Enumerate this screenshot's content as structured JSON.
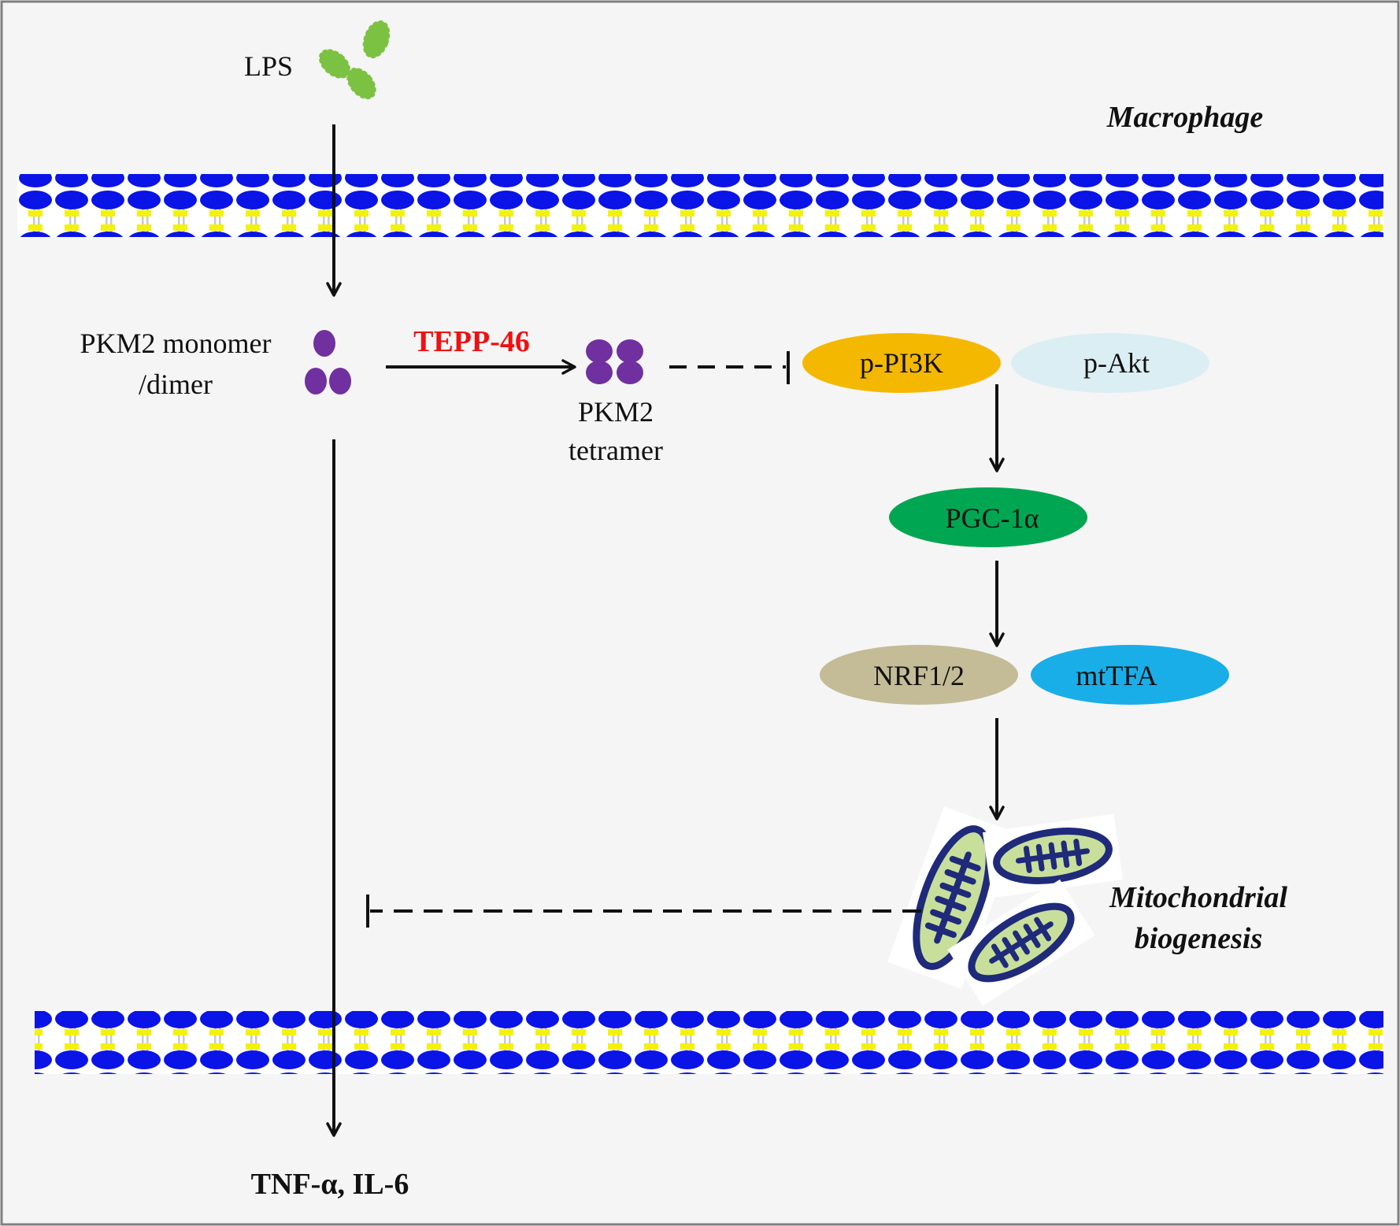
{
  "labels": {
    "lps": "LPS",
    "macrophage": "Macrophage",
    "pkm2_monomer_line1": "PKM2 monomer",
    "pkm2_monomer_line2": "/dimer",
    "tepp46": "TEPP-46",
    "pkm2_tetramer_line1": "PKM2",
    "pkm2_tetramer_line2": "tetramer",
    "mito_line1": "Mitochondrial",
    "mito_line2": "biogenesis",
    "output": "TNF-α, IL-6"
  },
  "nodes": {
    "p_pi3k": "p-PI3K",
    "p_akt": "p-Akt",
    "pgc1a": "PGC-1α",
    "nrf12": "NRF1/2",
    "mttfa": "mtTFA"
  },
  "colors": {
    "background": "#f5f5f5",
    "frame": "#7f7f7f",
    "membrane_head": "#0a14e6",
    "membrane_tail": "#f2f20a",
    "lps": "#7cc242",
    "pkm2": "#7030a0",
    "tepp46_text": "#ee1111",
    "p_pi3k": "#f5b800",
    "p_akt": "#dbeef4",
    "pgc1a": "#00a651",
    "nrf12": "#c4bc96",
    "mttfa": "#1aaee8",
    "mito_outer": "#1f2a7a",
    "mito_inner": "#c7df9a"
  }
}
